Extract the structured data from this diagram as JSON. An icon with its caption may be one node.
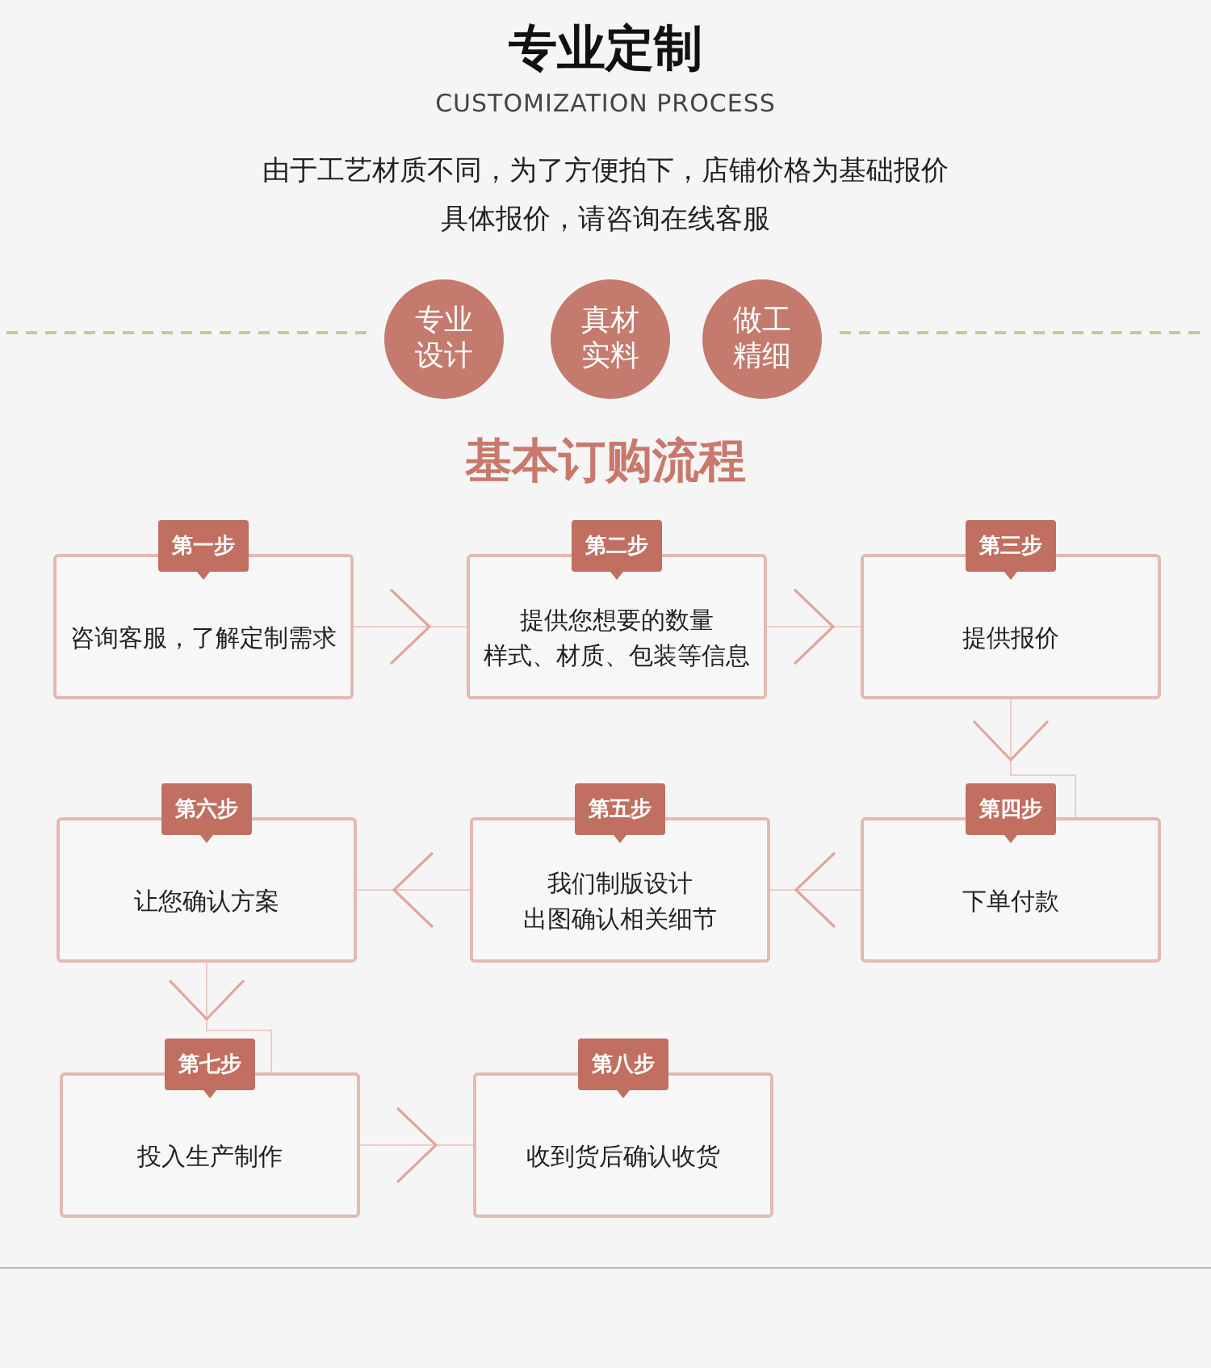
{
  "diagram": {
    "title": "专业定制",
    "nodes": [
      {
        "text": [
          "专业设计"
        ]
      },
      {
        "text": [
          "真材实料"
        ]
      },
      {
        "text": [
          "做工精细"
        ]
      },
      {
        "text": [
          "第一步"
        ]
      },
      {
        "text": [
          "咨询客服，了解定制需求"
        ]
      },
      {
        "text": [
          "第二步"
        ]
      },
      {
        "text": [
          "提供您想要的数量",
          "样式、材质、包装等信息"
        ]
      },
      {
        "text": [
          "第三步"
        ]
      },
      {
        "text": [
          "提供报价"
        ]
      },
      {
        "text": [
          "第四步"
        ]
      },
      {
        "text": [
          "下单付款"
        ]
      },
      {
        "text": [
          "第五步"
        ]
      },
      {
        "text": [
          "我们制版设计",
          "出图确认相关细节"
        ]
      },
      {
        "text": [
          "第六步"
        ]
      },
      {
        "text": [
          "让您确认方案"
        ]
      },
      {
        "text": [
          "第七步"
        ]
      },
      {
        "text": [
          "投入生产制作"
        ]
      },
      {
        "text": [
          "第八步"
        ]
      },
      {
        "text": [
          "收到货后确认收货"
        ]
      }
    ],
    "edges": [
      {
        "from": 4,
        "to": 6,
        "arrow": "to"
      },
      {
        "from": 6,
        "to": 8,
        "arrow": "to"
      },
      {
        "from": 8,
        "to": 10,
        "arrow": "to"
      },
      {
        "from": 10,
        "to": 12,
        "arrow": "to"
      },
      {
        "from": 12,
        "to": 14,
        "arrow": "to"
      },
      {
        "from": 14,
        "to": 16,
        "arrow": "to"
      },
      {
        "from": 16,
        "to": 18,
        "arrow": "to"
      }
    ],
    "labels": [
      "CUSTOMIZATION PROCESS",
      "由于工艺材质不同，为了方便拍下，店铺价格为基础报价",
      "具体报价，请咨询在线客服",
      "基本订购流程"
    ]
  }
}
